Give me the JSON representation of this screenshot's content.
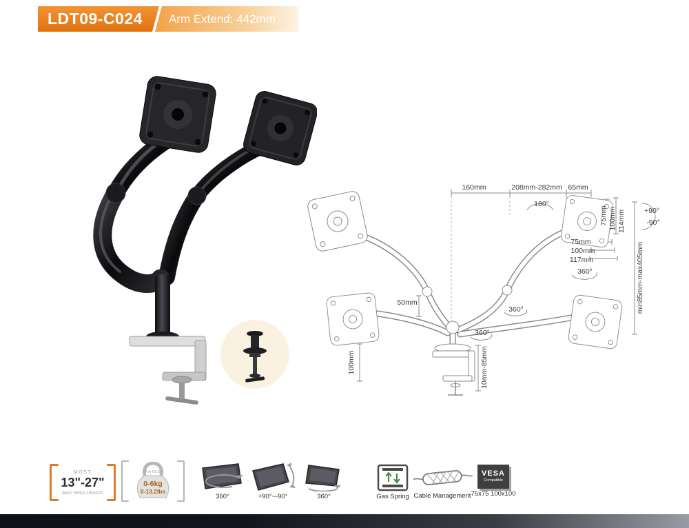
{
  "header": {
    "model": "LDT09-C024",
    "arm_extend": "Arm Extend:  442mm"
  },
  "diagram": {
    "top_160": "160mm",
    "top_208_282": "208mm-282mm",
    "top_65": "65mm",
    "rot_180": "180°",
    "v75": "75mm",
    "v100": "100mm",
    "v114": "114mm",
    "tilt_up": "+90°",
    "tilt_down": "-90°",
    "h75": "75mm",
    "h100": "100mm",
    "h117": "117mm",
    "rot360_plate": "360°",
    "height_range": "min85mm-max405mm",
    "dim50": "50mm",
    "rot360_arm": "360°",
    "rot360_base": "360°",
    "clamp_100": "100mm",
    "clamp_thickness": "10mm-85mm"
  },
  "features": {
    "screen": {
      "most": "MOST",
      "size": "13\"-27\"",
      "vesa_max": "MAX VESA 100x100"
    },
    "weight": {
      "rated": "RATED",
      "kg": "0-6kg",
      "lbs": "0-13.2lbs"
    },
    "rotate": {
      "label": "360°"
    },
    "tilt": {
      "label": "+90°~-90°"
    },
    "swivel": {
      "label": "360°"
    },
    "gas": {
      "label": "Gas Spring"
    },
    "cable": {
      "label": "Cable Management"
    },
    "vesa": {
      "brand": "VESA",
      "sub": "Compatible",
      "sizes": "75x75 100x100"
    }
  }
}
